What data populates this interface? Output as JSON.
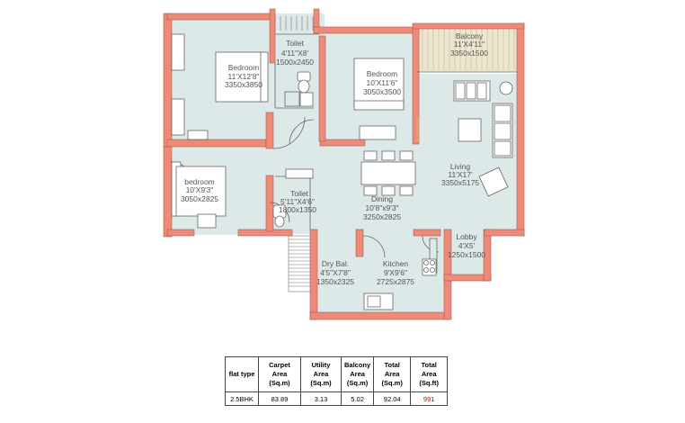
{
  "rooms": [
    {
      "key": "bed1",
      "name": "Bedroom",
      "dims": "11'X12'8\"",
      "metric": "3350x3850"
    },
    {
      "key": "toilet1",
      "name": "Toilet",
      "dims": "4'11\"X8'",
      "metric": "1500x2450"
    },
    {
      "key": "bed2",
      "name": "Bedroom",
      "dims": "10'X11'6\"",
      "metric": "3050x3500"
    },
    {
      "key": "balcony",
      "name": "Balcony",
      "dims": "11'X4'11\"",
      "metric": "3350x1500"
    },
    {
      "key": "bed3",
      "name": "bedroom",
      "dims": "10'X9'3\"",
      "metric": "3050x2825"
    },
    {
      "key": "toilet2",
      "name": "Toilet",
      "dims": "5'11\"X4'6\"",
      "metric": "1800x1350"
    },
    {
      "key": "dining",
      "name": "Dining",
      "dims": "10'8\"x9'3\"",
      "metric": "3250x2825"
    },
    {
      "key": "living",
      "name": "Living",
      "dims": "11'X17'",
      "metric": "3350x5175"
    },
    {
      "key": "lobby",
      "name": "Lobby",
      "dims": "4'X5'",
      "metric": "1250x1500"
    },
    {
      "key": "drybal",
      "name": "Dry Bal.",
      "dims": "4'5\"X7'8\"",
      "metric": "1350x2325"
    },
    {
      "key": "kitchen",
      "name": "Kitchen",
      "dims": "9'X9'6\"",
      "metric": "2725x2875"
    }
  ],
  "colors": {
    "wall": "#f08a78",
    "floor": "#dde9e8",
    "balcony": "#ede6cf",
    "line": "#555555",
    "accent": "#c00000"
  },
  "area_table": {
    "headers": [
      "flat type",
      "Carpet Area (Sq.m)",
      "Utility Area (Sq.m)",
      "Balcony Area (Sq.m)",
      "Total Area (Sq.m)",
      "Total Area (Sq.ft)"
    ],
    "row": [
      "2.5BHK",
      "83.89",
      "3.13",
      "5.02",
      "92.04",
      "991"
    ]
  }
}
